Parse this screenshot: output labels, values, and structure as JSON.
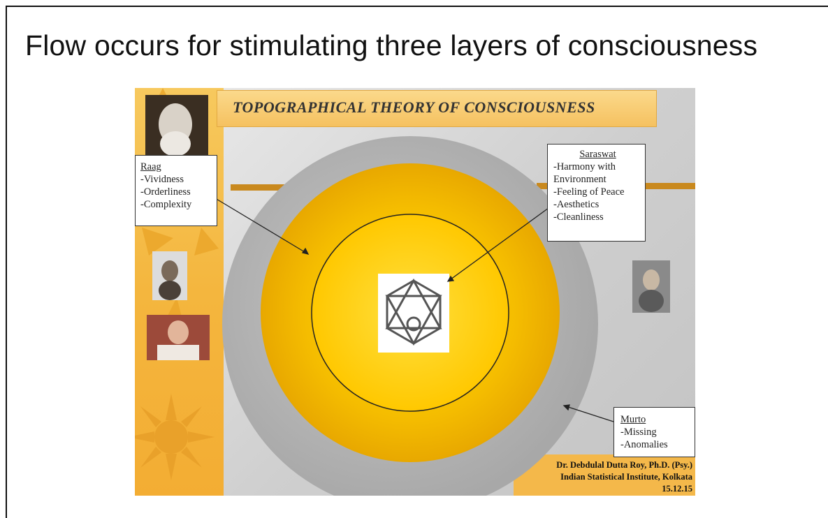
{
  "page_title": "Flow occurs for stimulating three layers of consciousness",
  "slide": {
    "title": "TOPOGRAPHICAL THEORY OF CONSCIOUSNESS",
    "raag": {
      "heading": "Raag",
      "items": [
        "-Vividness",
        "-Orderliness",
        "-Complexity"
      ]
    },
    "saraswat": {
      "heading": "Saraswat",
      "items": [
        "-Harmony with",
        "Environment",
        "-Feeling of Peace",
        "-Aesthetics",
        "-Cleanliness"
      ]
    },
    "murto": {
      "heading": "Murto",
      "items": [
        "-Missing",
        "-Anomalies"
      ]
    },
    "credit": {
      "line1": "Dr. Debdulal Dutta Roy, Ph.D. (Psy.)",
      "line2": "Indian Statistical Institute, Kolkata",
      "line3": "15.12.15"
    }
  },
  "colors": {
    "outer_ring": "#b8b8b8",
    "middle_layer": "#f2b800",
    "inner_layer": "#ffd21a",
    "sidebar": "#f4b63e"
  },
  "icons": [
    "sun-icon",
    "hexagon-symbol-icon"
  ]
}
